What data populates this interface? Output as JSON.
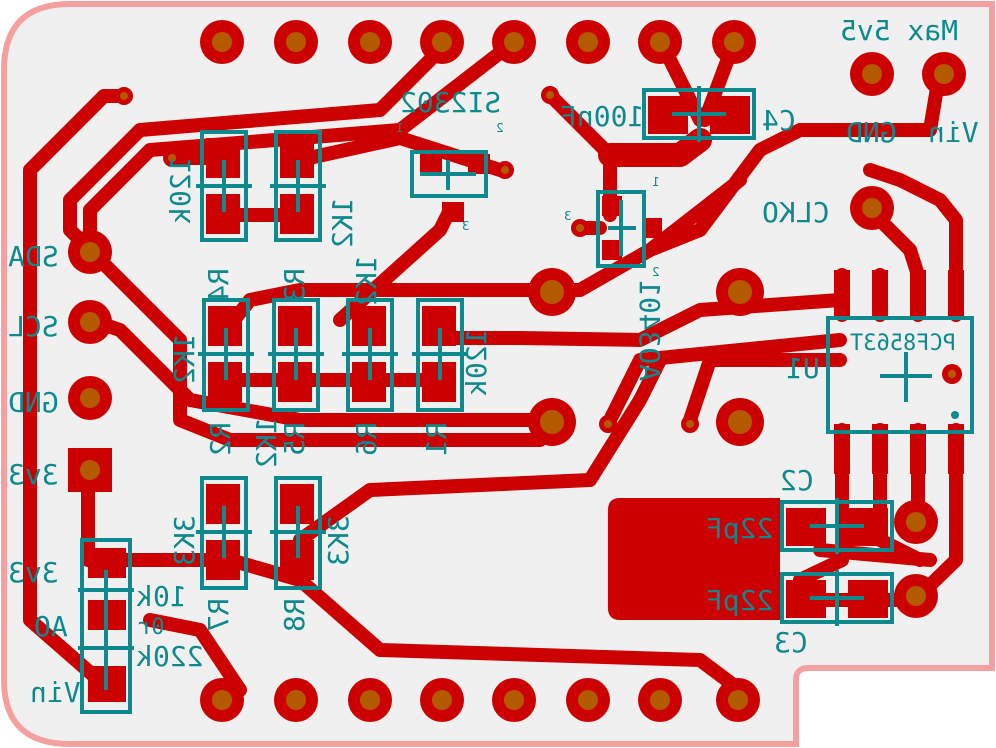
{
  "labels": {
    "max_voltage": "Max 5v5",
    "vin_top": "Vin",
    "gnd_top": "GND",
    "clko": "CLKO",
    "sda": "SDA",
    "scl": "SCL",
    "gnd_left": "GND",
    "v3v3_left": "3v3",
    "v3v3_sel": "3v3",
    "ao_sel": "AO",
    "vin_sel": "Vin",
    "r10k": "10k",
    "r0r": "0r",
    "r220k": "220k",
    "c4_name": "C4",
    "c4_val": "100nF",
    "q_top": "SI2302",
    "q_mid": "AO3401",
    "u1_name": "U1",
    "u1_part": "PCF8563T",
    "c2_name": "C2",
    "c2_val": "22pF",
    "c3_name": "C3",
    "c3_val": "22pF",
    "r4_name": "R4",
    "r4_val": "120k",
    "r3_name": "R3",
    "r3_val": "1K2",
    "r2_val": "1K2",
    "r2_name": "R2",
    "r5_val": "1K2",
    "r5_name": "R5",
    "r6_val": "1K2",
    "r6_name": "R6",
    "r1_val": "120k",
    "r1_name": "R1",
    "r7_val": "3K3",
    "r7_name": "R7",
    "r8_val": "3K3",
    "r8_name": "R8",
    "pin1": "1",
    "pin2": "2",
    "pin3": "3"
  },
  "colors": {
    "copper": "#cc0000",
    "drill": "#b35a00",
    "silkscreen": "#0e8a8f",
    "outline": "#f4a0a0",
    "board": "#f0f0f0"
  }
}
